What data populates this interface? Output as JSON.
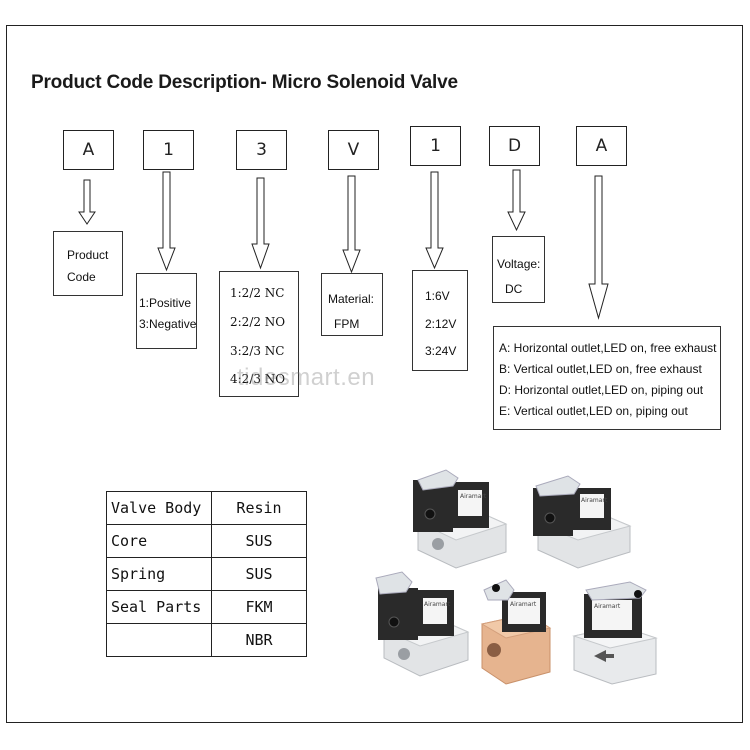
{
  "title": "Product Code Description- Micro Solenoid Valve",
  "code_letters": [
    "A",
    "1",
    "3",
    "V",
    "1",
    "D",
    "A"
  ],
  "descriptions": {
    "product": [
      "Product",
      "Code"
    ],
    "polarity": [
      "1:Positive",
      "3:Negative"
    ],
    "function": [
      "1:2/2 NC",
      "2:2/2 NO",
      "3:2/3 NC",
      "4:2/3 NO"
    ],
    "material": [
      "Material:",
      "FPM"
    ],
    "voltage_options": [
      "1:6V",
      "2:12V",
      "3:24V"
    ],
    "voltage_type": [
      "Voltage:",
      "DC"
    ],
    "outlet": [
      "A: Horizontal outlet,LED on, free exhaust",
      "B: Vertical outlet,LED on, free exhaust",
      "D: Horizontal outlet,LED on, piping out",
      "E: Vertical outlet,LED on, piping out"
    ]
  },
  "watermark": "tidesmart.en",
  "spec_table": [
    [
      "Valve Body",
      "Resin"
    ],
    [
      "Core",
      "SUS"
    ],
    [
      "Spring",
      "SUS"
    ],
    [
      "Seal Parts",
      "FKM"
    ],
    [
      "",
      "NBR"
    ]
  ],
  "product_images": [
    {
      "body": "aluminum",
      "coil_label": "Airamart"
    },
    {
      "body": "aluminum",
      "coil_label": "Airamart"
    },
    {
      "body": "aluminum",
      "coil_label": "Airamart"
    },
    {
      "body": "brass",
      "coil_label": "Airamart"
    },
    {
      "body": "aluminum",
      "coil_label": "Airamart"
    }
  ],
  "colors": {
    "border": "#222222",
    "aluminum": "#e2e4e6",
    "brass": "#e6b48f",
    "coil": "#2a2a2a",
    "coil_cap": "#dfe3e6"
  }
}
